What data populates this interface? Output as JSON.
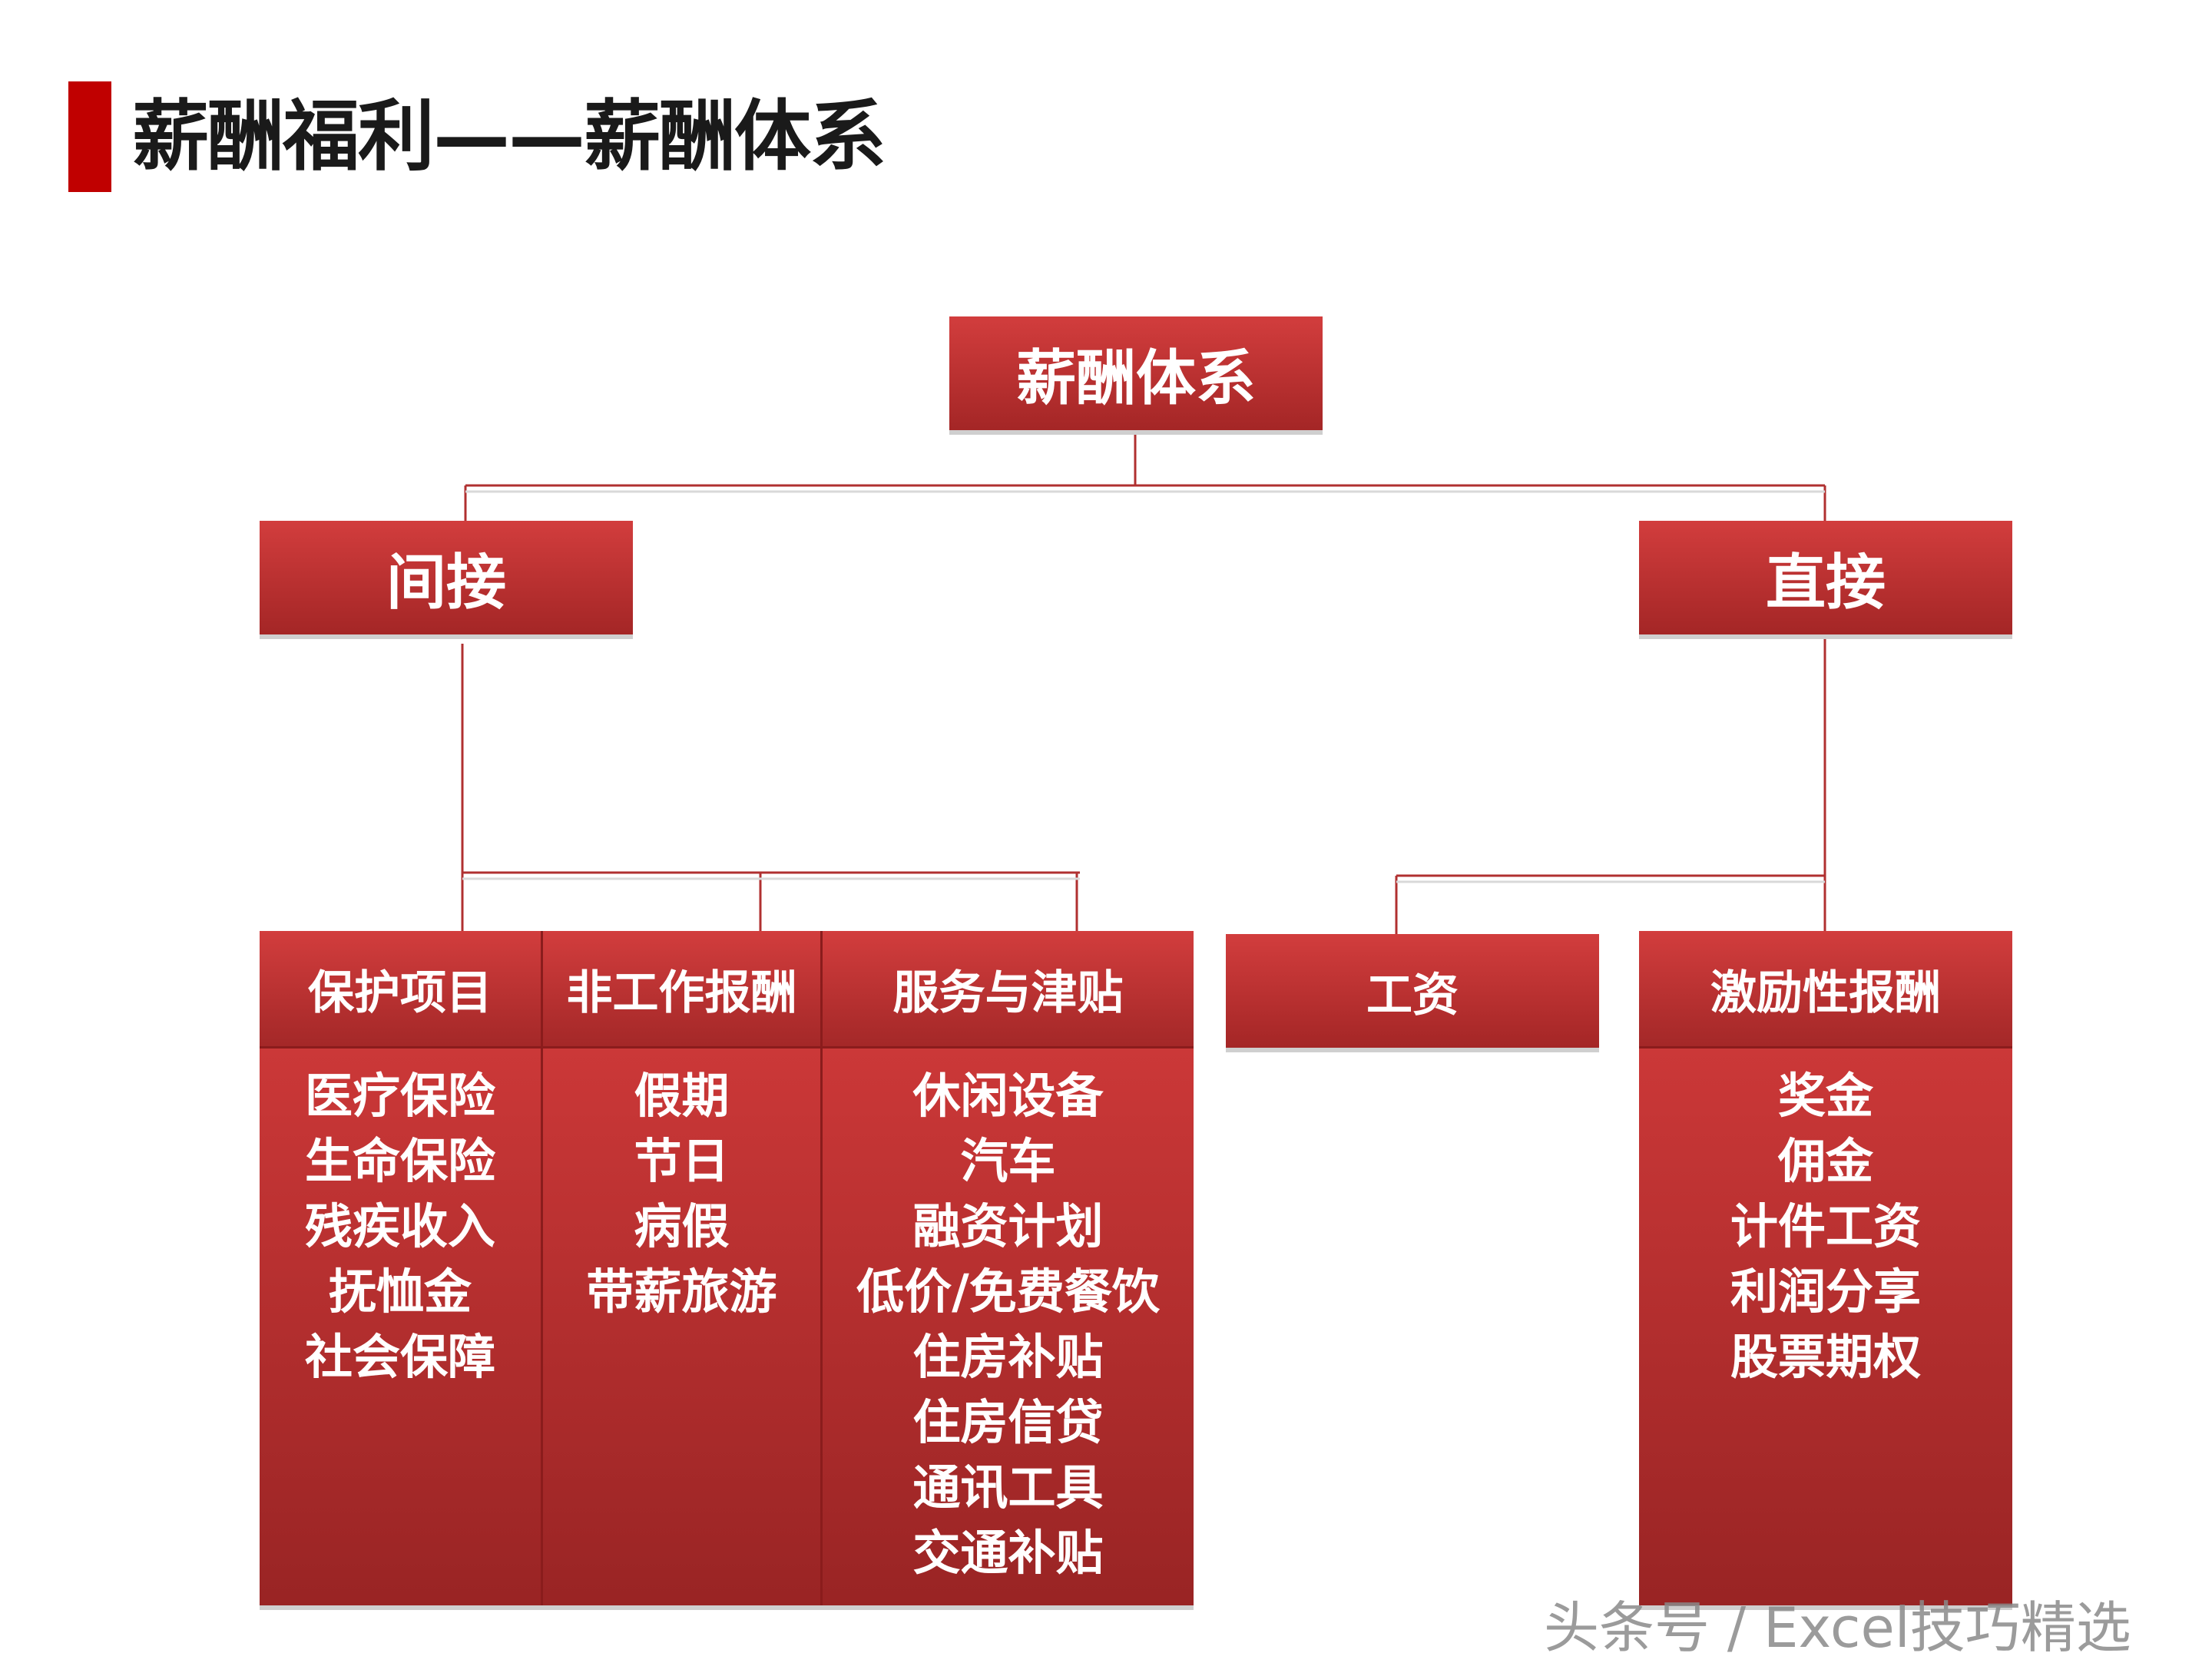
{
  "title": "薪酬福利——薪酬体系",
  "root": "薪酬体系",
  "branches": {
    "indirect": {
      "label": "间接",
      "columns": [
        {
          "header": "保护项目",
          "items": [
            "医疗保险",
            "生命保险",
            "残疾收入",
            "抚恤金",
            "社会保障"
          ]
        },
        {
          "header": "非工作报酬",
          "items": [
            "假期",
            "节日",
            "病假",
            "带薪旅游"
          ]
        },
        {
          "header": "服务与津贴",
          "items": [
            "休闲设备",
            "汽车",
            "融资计划",
            "低价/免费餐饮",
            "住房补贴",
            "住房信贷",
            "通讯工具",
            "交通补贴"
          ]
        }
      ]
    },
    "direct": {
      "label": "直接",
      "wage": "工资",
      "incentive": {
        "header": "激励性报酬",
        "items": [
          "奖金",
          "佣金",
          "计件工资",
          "利润分享",
          "股票期权"
        ]
      }
    }
  },
  "watermark": "头条号 / Excel技巧精选",
  "colors": {
    "accent": "#c00000",
    "box": "#b83030",
    "line": "#b03030"
  }
}
